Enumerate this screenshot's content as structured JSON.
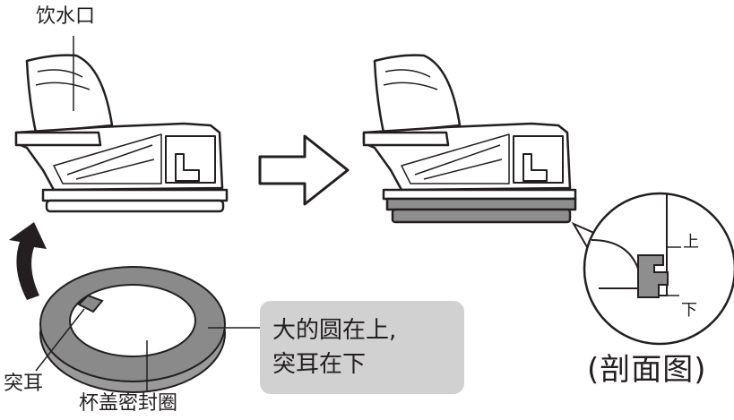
{
  "labels": {
    "spout": "饮水口",
    "tab": "突耳",
    "seal": "杯盖密封圈",
    "section_view": "(剖面图)",
    "up": "上",
    "down": "下"
  },
  "note": {
    "line1": "大的圆在上,",
    "line2": "突耳在下"
  },
  "colors": {
    "ink": "#231f20",
    "seal_gray": "#8e8e8e",
    "note_bg": "#d1d1d1"
  }
}
